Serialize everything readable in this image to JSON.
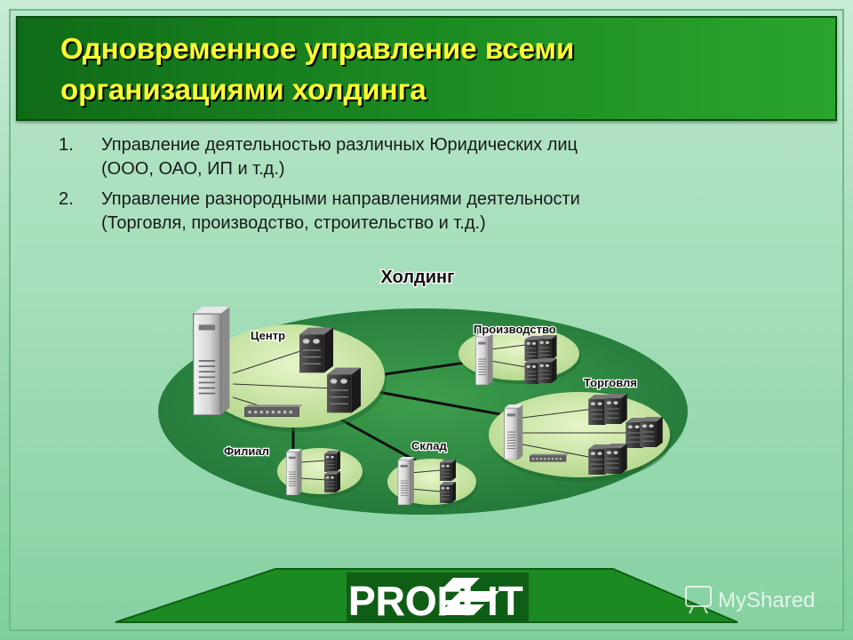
{
  "slide": {
    "title_line1": "Одновременное управление всеми",
    "title_line2": "организациями холдинга"
  },
  "list": [
    {
      "num": "1.",
      "line1": "Управление деятельностью различных Юридических лиц",
      "line2": "(ООО, ОАО, ИП и т.д.)"
    },
    {
      "num": "2.",
      "line1": "Управление разнородными направлениями деятельности",
      "line2": "(Торговля, производство, строительство и т.д.)"
    }
  ],
  "diagram": {
    "holding_label": "Холдинг",
    "nodes": {
      "center": "Центр",
      "production": "Производство",
      "trade": "Торговля",
      "branch": "Филиал",
      "warehouse": "Склад"
    },
    "icons": [
      "server-tower-icon",
      "computer-rack-icon",
      "network-switch-icon"
    ]
  },
  "footer": {
    "logo_left": "PROFI",
    "logo_right": "IT",
    "watermark": "MyShared"
  },
  "colors": {
    "title_bg": "#1c8a22",
    "title_text": "#ffff33",
    "ellipse": "#2e8b3e",
    "disk": "#cfe9a8",
    "footer_bar": "#1c8a22"
  }
}
